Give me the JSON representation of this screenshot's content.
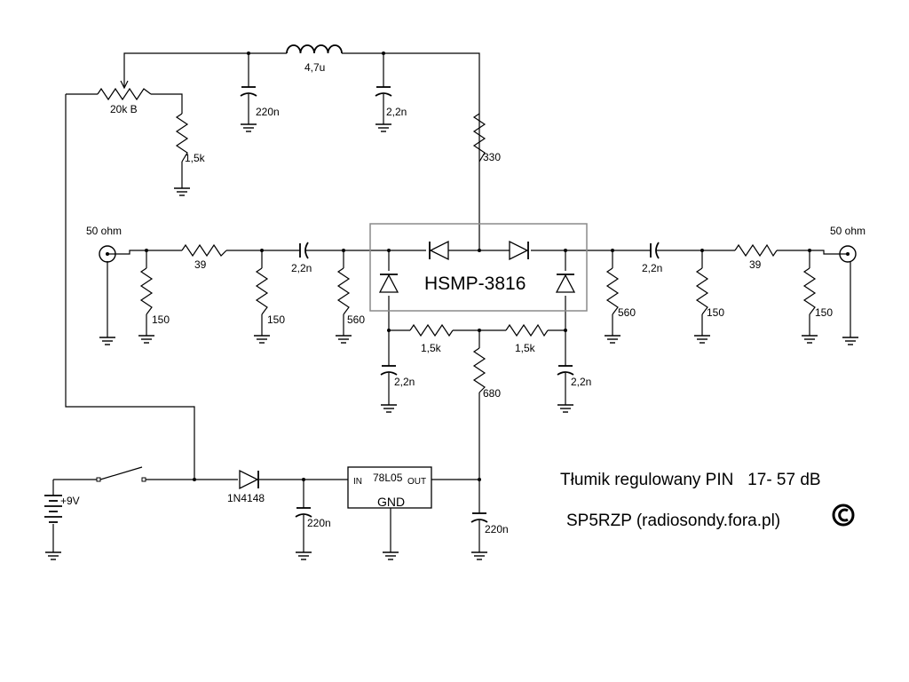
{
  "title": "Tłumik regulowany PIN   17- 57 dB",
  "author": "SP5RZP (radiosondy.fora.pl)",
  "copyright_symbol": "©",
  "ports": {
    "input": "50 ohm",
    "output": "50 ohm"
  },
  "ic": {
    "name": "HSMP-3816"
  },
  "regulator": {
    "name": "78L05",
    "in": "IN",
    "out": "OUT",
    "gnd": "GND"
  },
  "supply": {
    "voltage": "+9V"
  },
  "components": {
    "pot": "20k B",
    "r_pot_gnd": "1,5k",
    "l1": "4,7u",
    "c_220n_top": "220n",
    "c_2n2_top": "2,2n",
    "r_330": "330",
    "r_in_series": "39",
    "r_in_sh1": "150",
    "r_in_sh2": "150",
    "c_in_series": "2,2n",
    "r_in_560": "560",
    "r_out_560": "560",
    "c_out_series": "2,2n",
    "r_out_sh1": "150",
    "r_out_series": "39",
    "r_out_sh2": "150",
    "r_bias_left": "1,5k",
    "r_bias_right": "1,5k",
    "c_bias_left": "2,2n",
    "c_bias_right": "2,2n",
    "r_680": "680",
    "d_1n4148": "1N4148",
    "c_220n_in": "220n",
    "c_220n_out": "220n"
  }
}
